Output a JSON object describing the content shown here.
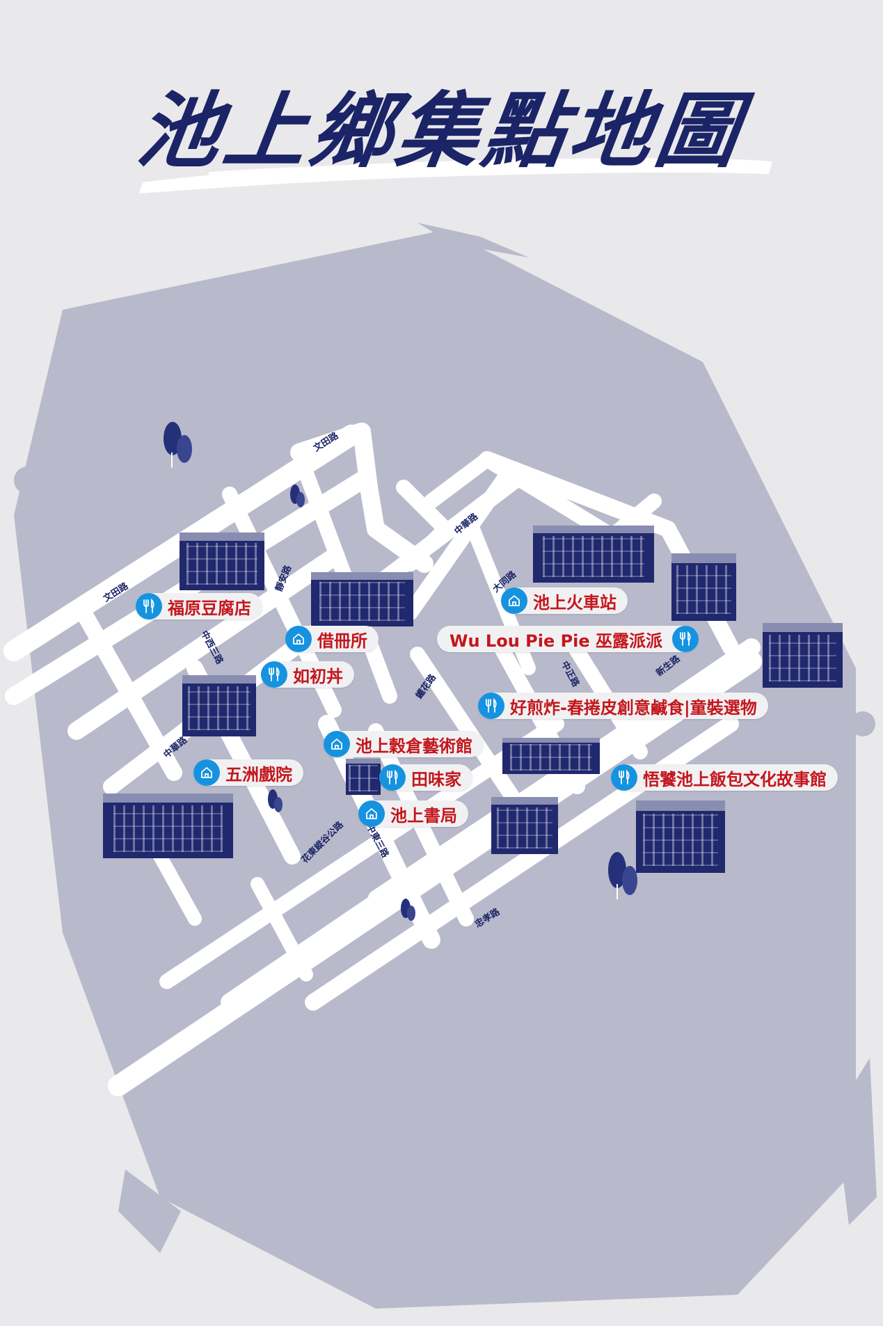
{
  "map": {
    "title": "池上鄉集點地圖",
    "colors": {
      "background": "#e9e9eb",
      "map_area": "#b8b9ca",
      "roads": "#ffffff",
      "title": "#1b2466",
      "label_text": "#c4161c",
      "pin": "#1593e0",
      "photos": "#20286e",
      "trees": "#25307a"
    },
    "streets": [
      "文田路",
      "文田路",
      "中華路",
      "中華路",
      "大同路",
      "靜安路",
      "中西三路",
      "鐵花路",
      "中正路",
      "新生路",
      "花東縱谷公路",
      "中東三路",
      "忠孝路"
    ],
    "pois": [
      {
        "name": "福原豆腐店",
        "icon": "food-icon"
      },
      {
        "name": "借冊所",
        "icon": "home-icon"
      },
      {
        "name": "如初丼",
        "icon": "food-icon"
      },
      {
        "name": "池上火車站",
        "icon": "home-icon"
      },
      {
        "name": "Wu Lou Pie Pie 巫露派派",
        "icon": "food-icon"
      },
      {
        "name": "好煎炸-春捲皮創意鹹食|童裝選物",
        "icon": "food-icon"
      },
      {
        "name": "池上穀倉藝術館",
        "icon": "home-icon"
      },
      {
        "name": "五洲戲院",
        "icon": "home-icon"
      },
      {
        "name": "田味家",
        "icon": "food-icon"
      },
      {
        "name": "池上書局",
        "icon": "home-icon"
      },
      {
        "name": "悟饕池上飯包文化故事館",
        "icon": "food-icon"
      }
    ]
  }
}
